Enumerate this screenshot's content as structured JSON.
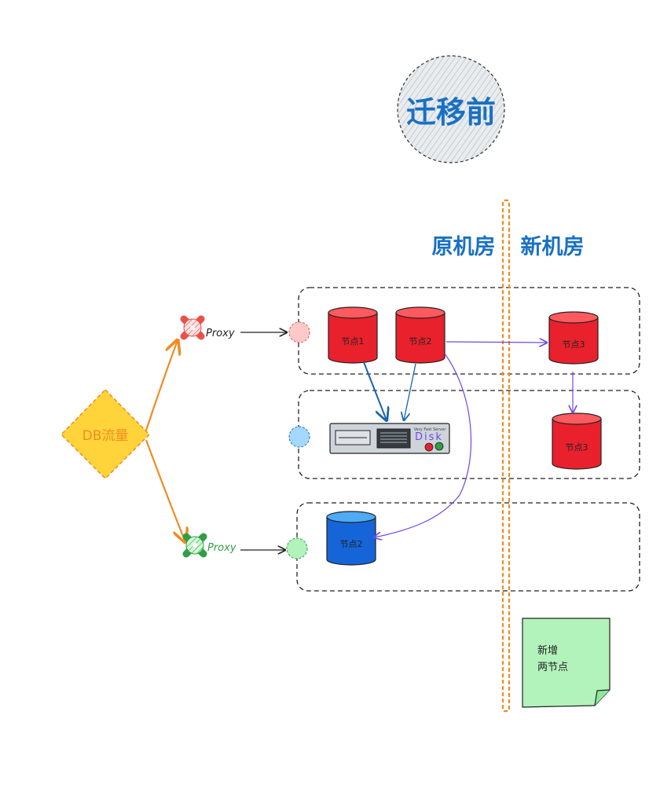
{
  "title": "迁移前",
  "regions": {
    "old_room": "原机房",
    "new_room": "新机房"
  },
  "traffic_node": {
    "label": "DB流量"
  },
  "proxies": [
    {
      "label": "Proxy",
      "color": "#e8524a"
    },
    {
      "label": "Proxy",
      "color": "#2f9e44"
    }
  ],
  "nodes": [
    {
      "label": "节点1",
      "color": "#e8212c"
    },
    {
      "label": "节点2",
      "color": "#e8212c"
    },
    {
      "label": "节点3",
      "color": "#e8212c"
    },
    {
      "label": "节点3",
      "color": "#e8212c"
    },
    {
      "label": "节点2",
      "color": "#1565d8"
    }
  ],
  "disk": {
    "label": "Disk",
    "brand": "Very Fast Server"
  },
  "note": {
    "line1": "新增",
    "line2": "两节点"
  },
  "colors": {
    "divider": "#f08c20",
    "blue_text": "#1971c2",
    "arrow_blue": "#1864ab",
    "arrow_purple": "#7048e8",
    "arrow_orange": "#f08c20",
    "circle_pink": "#ffc9c9",
    "circle_blue": "#a5d8ff",
    "circle_green": "#b2f2bb",
    "note_fill": "#b2f2bb",
    "diamond_fill": "#ffd43b"
  }
}
